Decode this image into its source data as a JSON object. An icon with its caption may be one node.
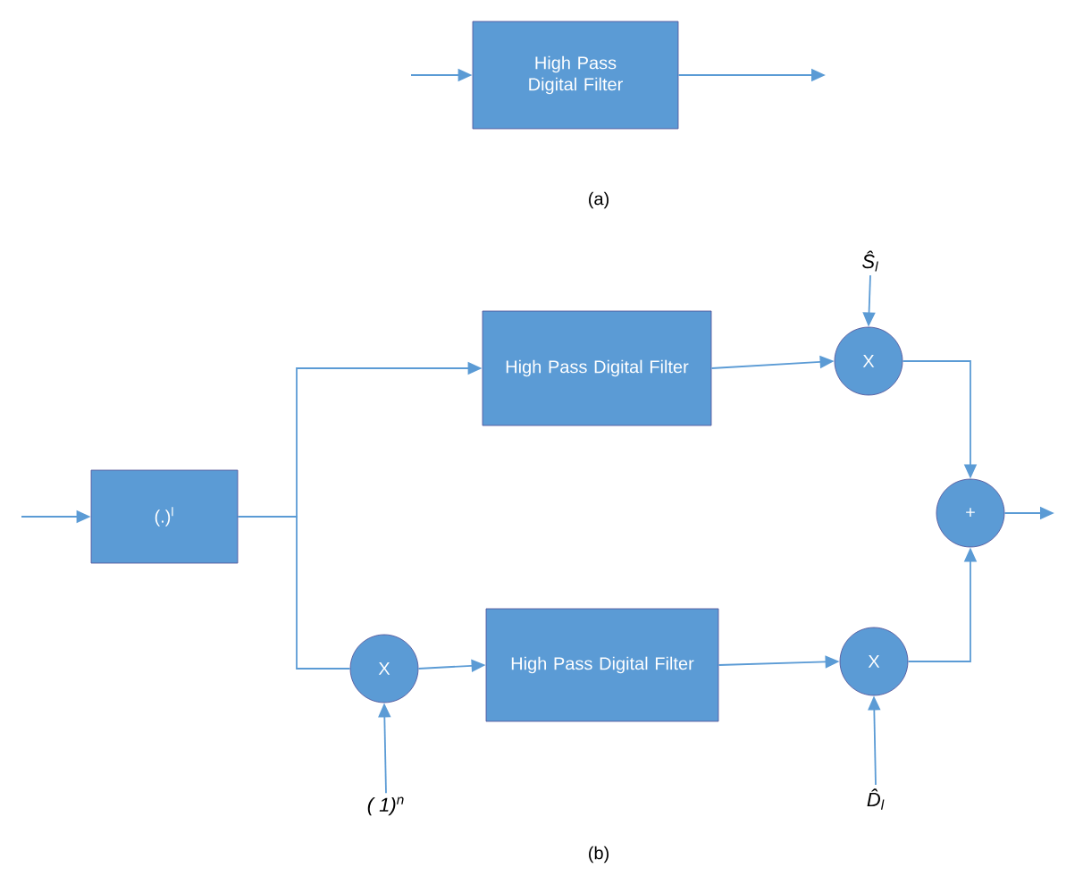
{
  "diagram": {
    "nodes": [
      {
        "text": [
          "High Pass Digital Filter"
        ]
      },
      {
        "text": [
          "(.)$^{l}$"
        ]
      },
      {
        "text": [
          "High Pass Digital Filter"
        ]
      },
      {
        "text": [
          "High Pass Digital Filter"
        ]
      },
      {
        "text": [
          "X"
        ]
      },
      {
        "text": [
          "X"
        ]
      },
      {
        "text": [
          "X"
        ]
      },
      {
        "text": [
          "+"
        ]
      },
      {
        "text": [
          "Ŝ$_{l}$"
        ]
      },
      {
        "text": [
          "D̂$_{l}$"
        ]
      },
      {
        "text": [
          "( 1)$^{n}$"
        ]
      }
    ],
    "edges": [
      {
        "from": null,
        "to": 0,
        "arrow": "to"
      },
      {
        "from": 0,
        "to": null,
        "arrow": "to"
      },
      {
        "from": null,
        "to": 1,
        "arrow": "to"
      },
      {
        "from": 1,
        "to": 2,
        "arrow": "to"
      },
      {
        "from": 1,
        "to": 4,
        "arrow": "none"
      },
      {
        "from": 10,
        "to": 4,
        "arrow": "to"
      },
      {
        "from": 4,
        "to": 3,
        "arrow": "to"
      },
      {
        "from": 2,
        "to": 5,
        "arrow": "to"
      },
      {
        "from": 8,
        "to": 5,
        "arrow": "to"
      },
      {
        "from": 3,
        "to": 6,
        "arrow": "to"
      },
      {
        "from": 9,
        "to": 6,
        "arrow": "to"
      },
      {
        "from": 5,
        "to": 7,
        "arrow": "to"
      },
      {
        "from": 6,
        "to": 7,
        "arrow": "to"
      },
      {
        "from": 7,
        "to": null,
        "arrow": "to"
      }
    ],
    "labels": [
      "(a)",
      "(b)"
    ]
  }
}
